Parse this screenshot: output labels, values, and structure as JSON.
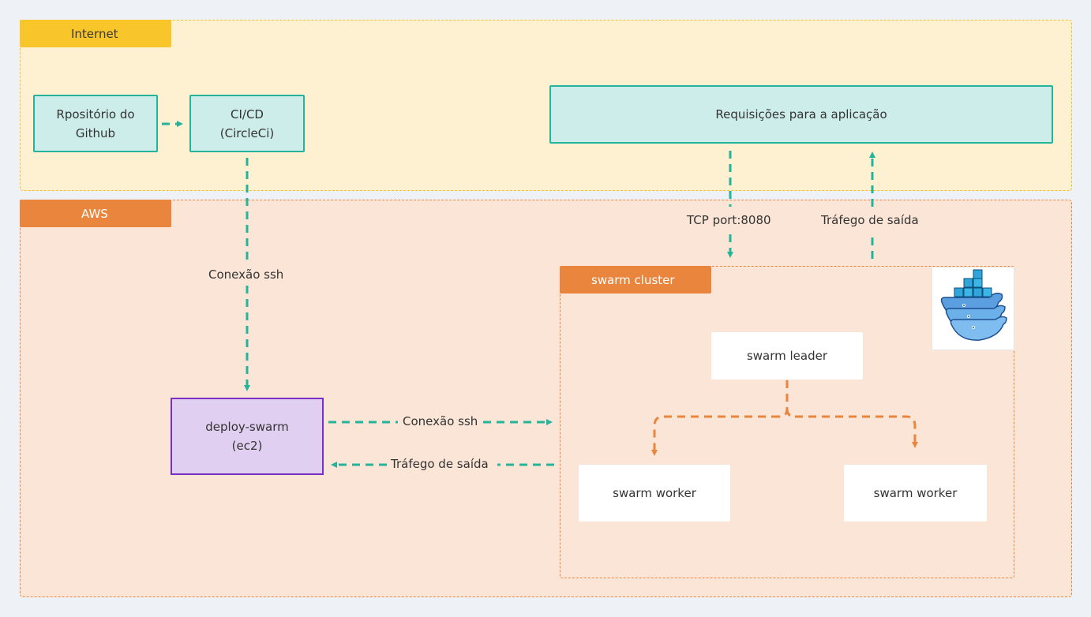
{
  "zones": {
    "internet": "Internet",
    "aws": "AWS",
    "swarm_cluster": "swarm cluster"
  },
  "nodes": {
    "github": "Rpositório do\nGithub",
    "cicd": "CI/CD\n(CircleCi)",
    "requests": "Requisições para a aplicação",
    "deploy": "deploy-swarm\n(ec2)",
    "leader": "swarm leader",
    "worker_left": "swarm worker",
    "worker_right": "swarm worker"
  },
  "edge_labels": {
    "ssh_vertical": "Conexão ssh",
    "tcp_port": "TCP port:8080",
    "outbound_top": "Tráfego de saída",
    "ssh_horizontal": "Conexão ssh",
    "outbound_bottom": "Tráfego de saída"
  },
  "icons": {
    "cluster_logo": "docker-whale-icon"
  },
  "colors": {
    "internet_fill": "#fdf1d2",
    "internet_accent": "#f8c52a",
    "aws_fill": "#fbe5d6",
    "aws_accent": "#e9853c",
    "teal": "#25b39a",
    "purple": "#7b2fc0"
  }
}
